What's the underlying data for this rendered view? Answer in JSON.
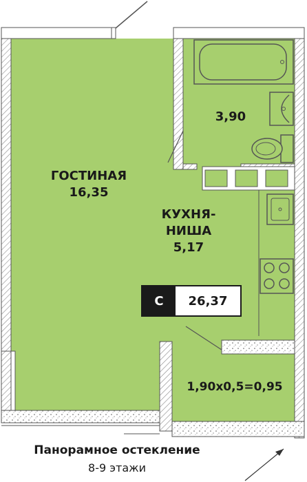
{
  "rooms": {
    "living": {
      "name": "ГОСТИНАЯ",
      "area": "16,35"
    },
    "bathroom": {
      "area": "3,90"
    },
    "kitchen": {
      "name_line1": "КУХНЯ-",
      "name_line2": "НИША",
      "area": "5,17"
    },
    "balcony": {
      "area": "1,90x0,5=0,95"
    }
  },
  "apartment": {
    "type": "С",
    "total_area": "26,37"
  },
  "caption": {
    "title": "Панорамное остекление",
    "floors": "8-9 этажи"
  },
  "colors": {
    "floor": "#a7cf6e",
    "wall": "#ffffff",
    "wall_hatch": "#777777",
    "line": "#555555"
  }
}
